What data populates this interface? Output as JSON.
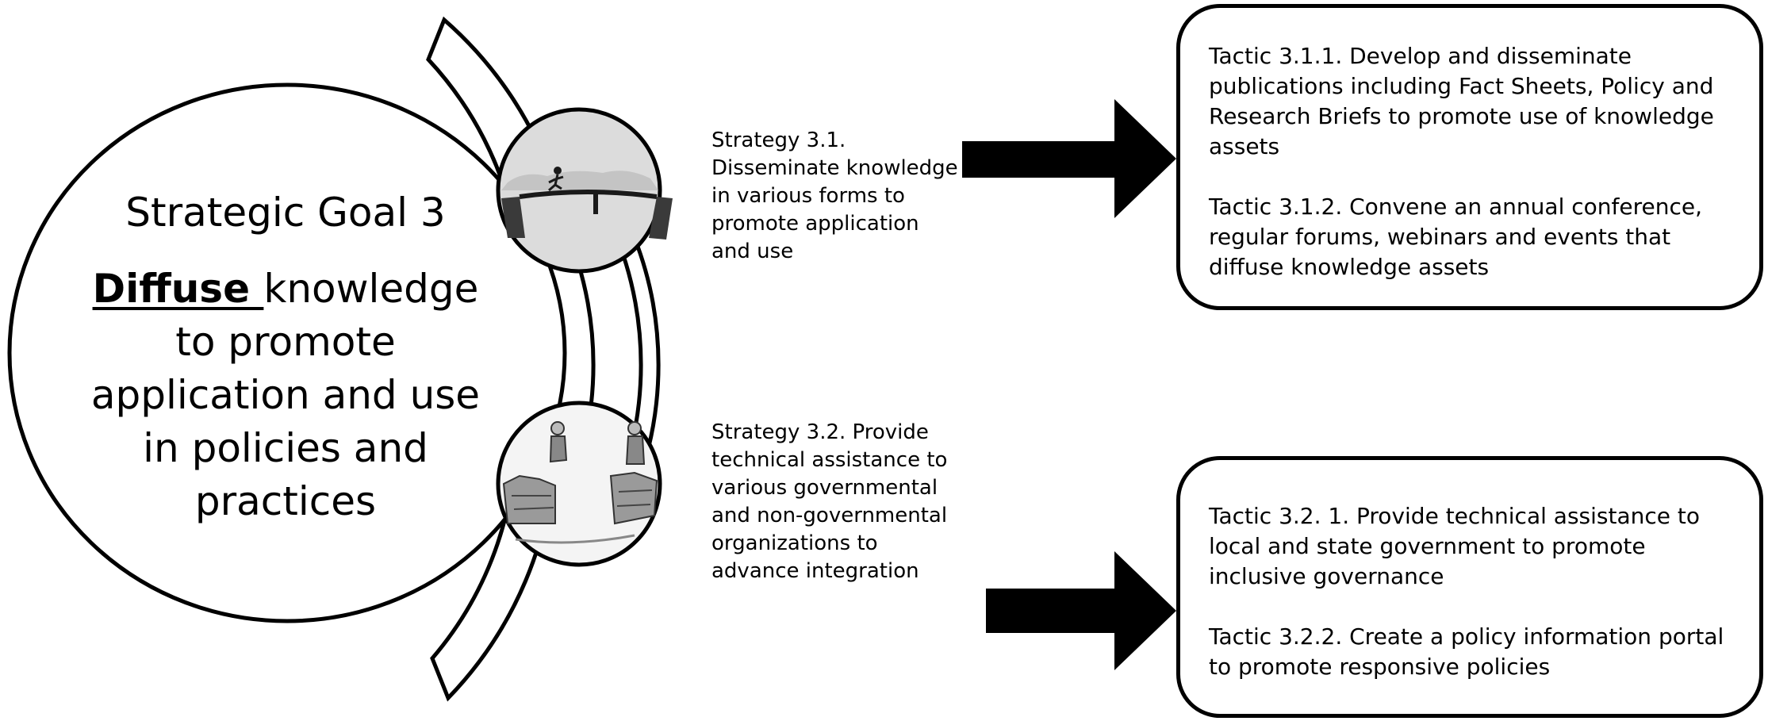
{
  "goal": {
    "title": "Strategic Goal 3",
    "emphasis": "Diffuse ",
    "text": "knowledge to  promote application and use in policies and practices"
  },
  "strategies": [
    {
      "text": "Strategy 3.1.\nDisseminate knowledge\nin various forms to\npromote application\nand use",
      "illustration": "person leaping across a rope bridge between cliffs"
    },
    {
      "text": "Strategy 3.2. Provide\ntechnical assistance to\nvarious governmental\nand non-governmental\norganizations to\nadvance integration",
      "illustration": "two figures on stone pillars across a gap"
    }
  ],
  "tactics": [
    {
      "items": [
        "Tactic 3.1.1. Develop and disseminate\npublications including Fact Sheets, Policy and\nResearch Briefs to promote use of knowledge\nassets",
        "Tactic 3.1.2. Convene an annual conference,\nregular forums, webinars and events that\ndiffuse knowledge assets"
      ]
    },
    {
      "items": [
        "Tactic 3.2. 1. Provide technical assistance to\nlocal and state government to promote\ninclusive governance",
        "Tactic 3.2.2. Create a policy information portal\nto promote responsive policies"
      ]
    }
  ],
  "colors": {
    "stroke": "#000000",
    "fill": "#ffffff",
    "arrow": "#000000"
  }
}
